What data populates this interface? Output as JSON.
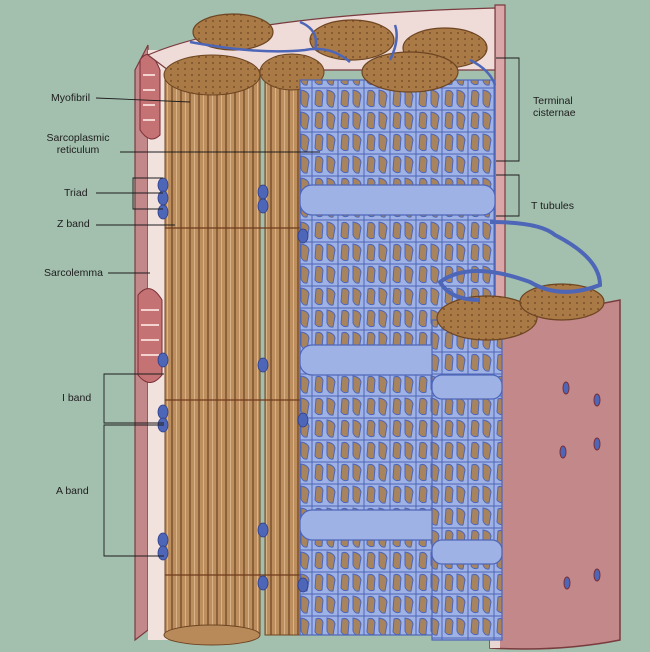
{
  "labels": {
    "myofibril": "Myofibril",
    "sarcoplasmic_reticulum_line1": "Sarcoplasmic",
    "sarcoplasmic_reticulum_line2": "reticulum",
    "triad": "Triad",
    "z_band": "Z band",
    "sarcolemma": "Sarcolemma",
    "i_band": "I band",
    "a_band": "A band",
    "terminal_cisternae_line1": "Terminal",
    "terminal_cisternae_line2": "cisternae",
    "t_tubules": "T tubules"
  },
  "colors": {
    "background": "#a3bfae",
    "myofibril": "#b88a5a",
    "myofibril_dark": "#8a5e34",
    "sarcoplasmic_reticulum": "#9fb2e6",
    "sr_outline": "#4e66b8",
    "sarcolemma_outer": "#c98f91",
    "sarcolemma_inner": "#f1e2de",
    "mitochondria": "#c57274"
  }
}
